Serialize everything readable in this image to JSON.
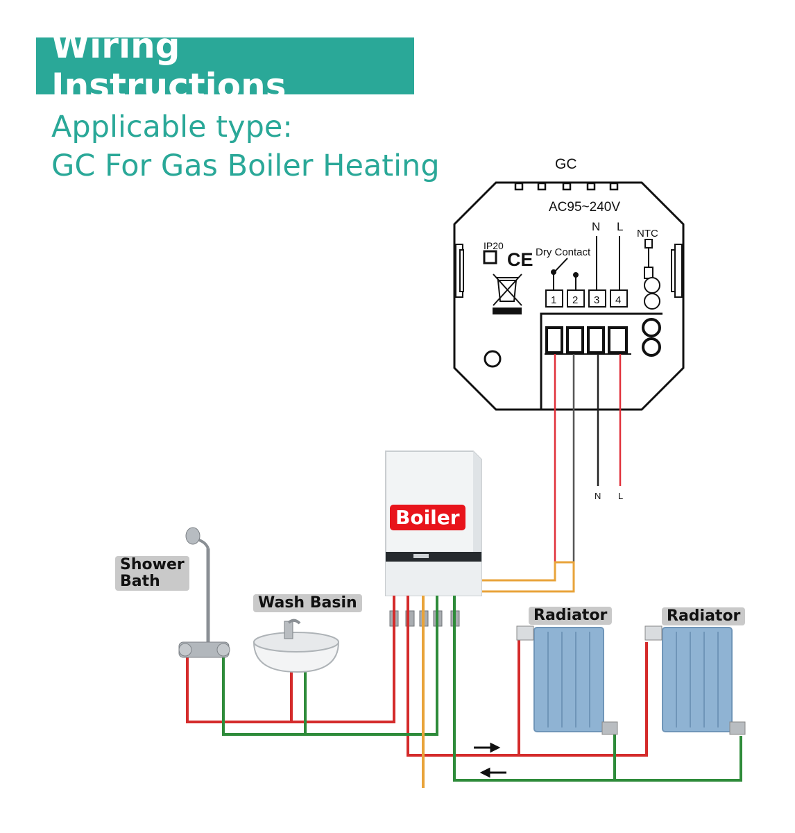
{
  "header": {
    "title": "Wiring Instructions",
    "subtitle_line1": "Applicable type:",
    "subtitle_line2": "GC For Gas Boiler Heating"
  },
  "thermostat": {
    "model": "GC",
    "voltage": "AC95~240V",
    "ip_rating": "IP20",
    "ce_mark": "CE",
    "dry_contact_label": "Dry Contact",
    "ntc_label": "NTC",
    "n_label": "N",
    "l_label": "L",
    "terminals": [
      "1",
      "2",
      "3",
      "4"
    ]
  },
  "supply": {
    "n_label": "N",
    "l_label": "L"
  },
  "labels": {
    "boiler": "Boiler",
    "shower_line1": "Shower",
    "shower_line2": "Bath",
    "wash_basin": "Wash Basin",
    "radiator_1": "Radiator",
    "radiator_2": "Radiator"
  },
  "colors": {
    "accent": "#2aa898",
    "live_wire": "#e0303a",
    "hot_pipe": "#d42b2b",
    "return_pipe": "#2e8b3a",
    "gas_pipe": "#e8a33a",
    "radiator": "#8fb3d3",
    "boiler_badge": "#e8141b"
  }
}
